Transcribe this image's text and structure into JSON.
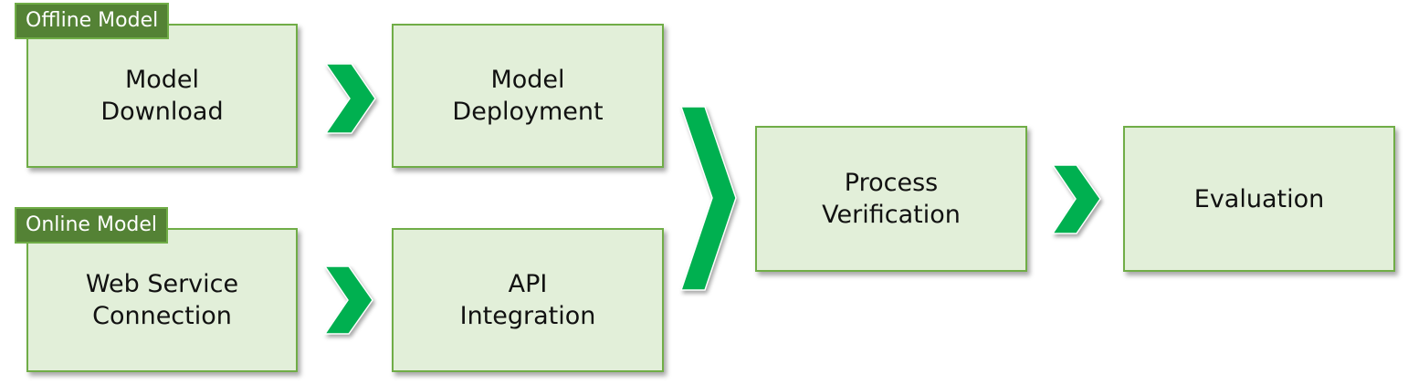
{
  "diagram": {
    "colors": {
      "box_fill": "#e2efd9",
      "box_border": "#70ad47",
      "tag_fill": "#548235",
      "arrow": "#00b050"
    },
    "tags": {
      "offline": "Offline Model",
      "online": "Online Model"
    },
    "steps": {
      "model_download": "Model\nDownload",
      "model_deployment": "Model\nDeployment",
      "web_service_connection": "Web Service\nConnection",
      "api_integration": "API\nIntegration",
      "process_verification": "Process\nVerification",
      "evaluation": "Evaluation"
    },
    "arrows": [
      {
        "from": "Model Download",
        "to": "Model Deployment"
      },
      {
        "from": "Web Service Connection",
        "to": "API Integration"
      },
      {
        "from": "Model Deployment + API Integration",
        "to": "Process Verification"
      },
      {
        "from": "Process Verification",
        "to": "Evaluation"
      }
    ]
  }
}
